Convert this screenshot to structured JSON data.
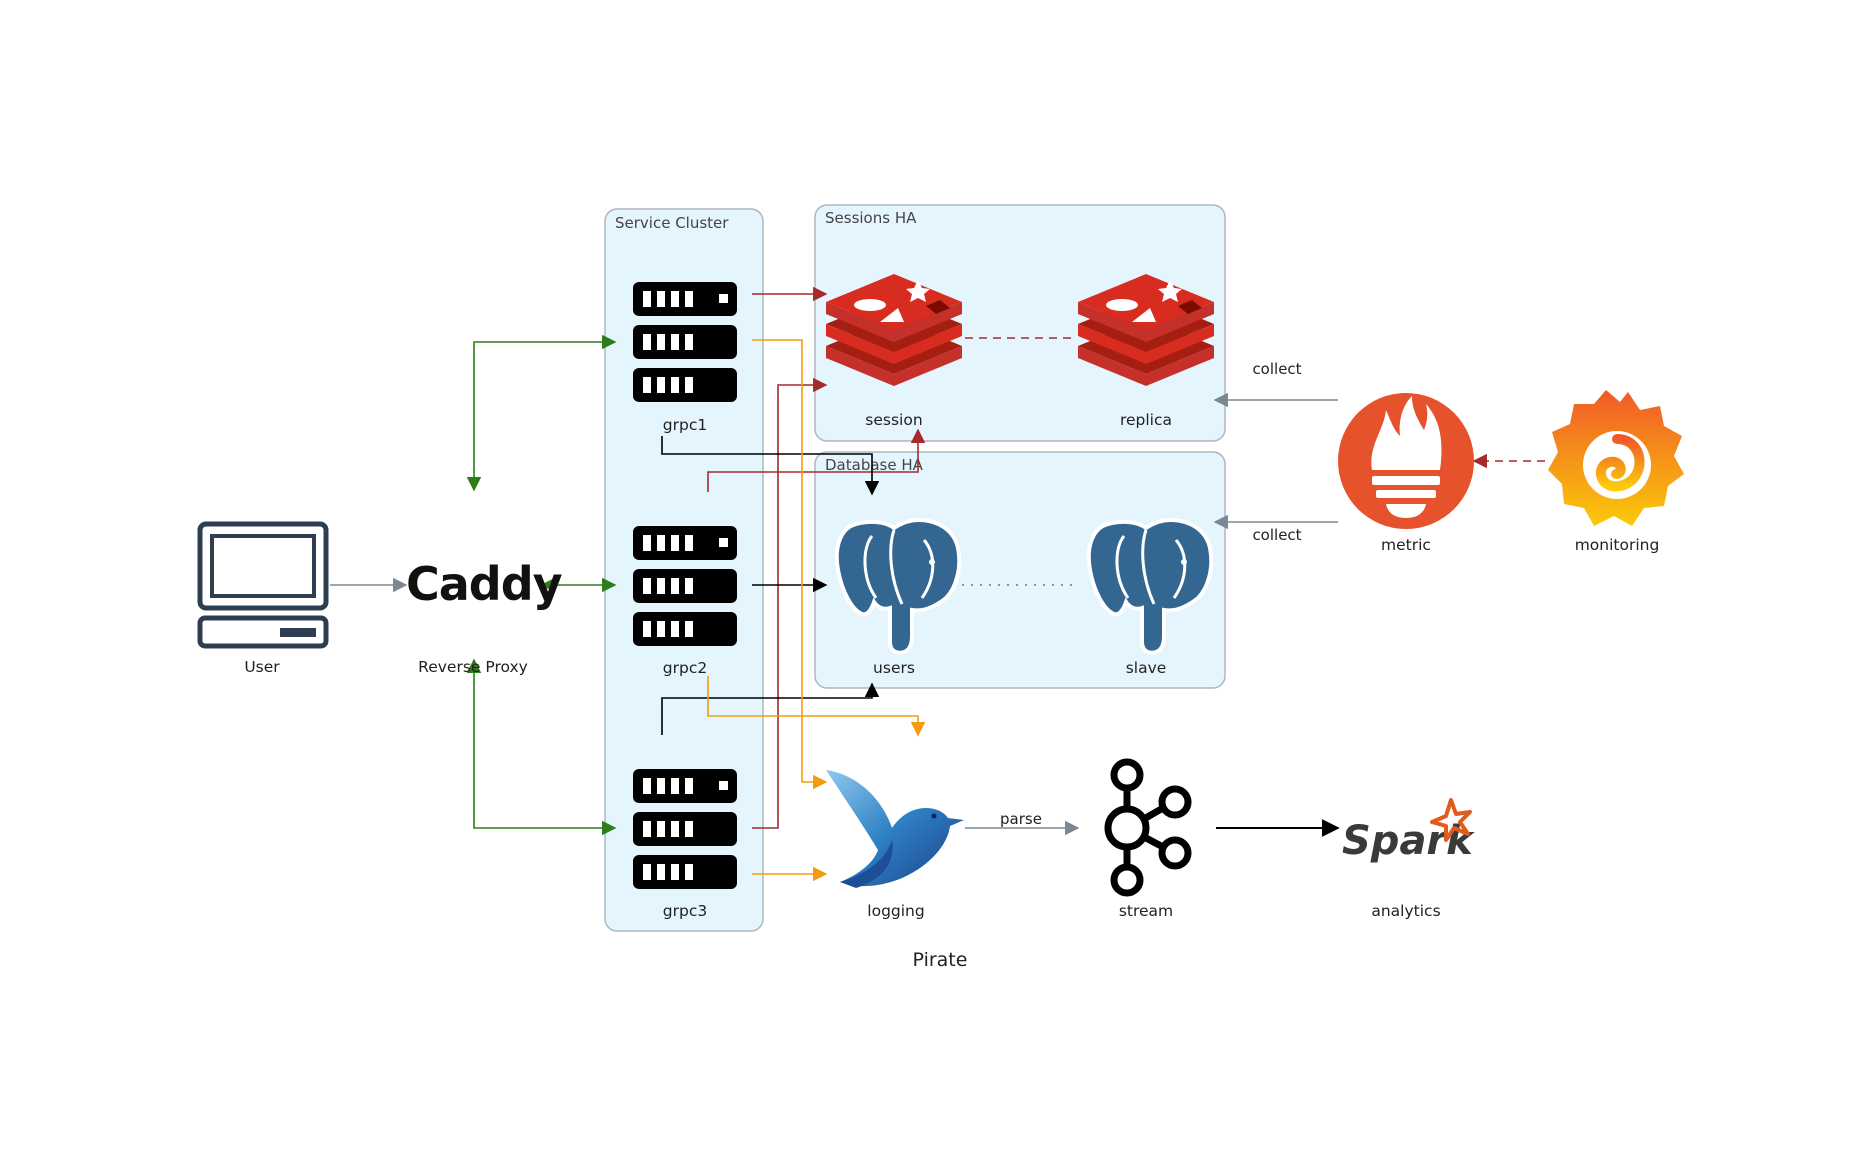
{
  "title": "Pirate",
  "clusters": {
    "service": "Service Cluster",
    "sessions": "Sessions HA",
    "database": "Database HA"
  },
  "nodes": {
    "user": "User",
    "proxy": "Reverse Proxy",
    "proxy_logo": "Caddy",
    "grpc1": "grpc1",
    "grpc2": "grpc2",
    "grpc3": "grpc3",
    "session": "session",
    "replica": "replica",
    "users": "users",
    "slave": "slave",
    "logging": "logging",
    "stream": "stream",
    "analytics": "analytics",
    "analytics_logo": "Spark",
    "metric": "metric",
    "monitoring": "monitoring"
  },
  "edges": {
    "parse": "parse",
    "collect_sessions": "collect",
    "collect_database": "collect"
  },
  "colors": {
    "cluster_fill": "#e5f5fd",
    "cluster_stroke": "#aeb6be",
    "green": "#2d7d1a",
    "darkred": "#a52a2a",
    "orange": "#f39c12",
    "gray": "#7b8894",
    "black": "#000000",
    "redis": "#d82c20",
    "postgres": "#336791",
    "prometheus": "#e6522c"
  }
}
